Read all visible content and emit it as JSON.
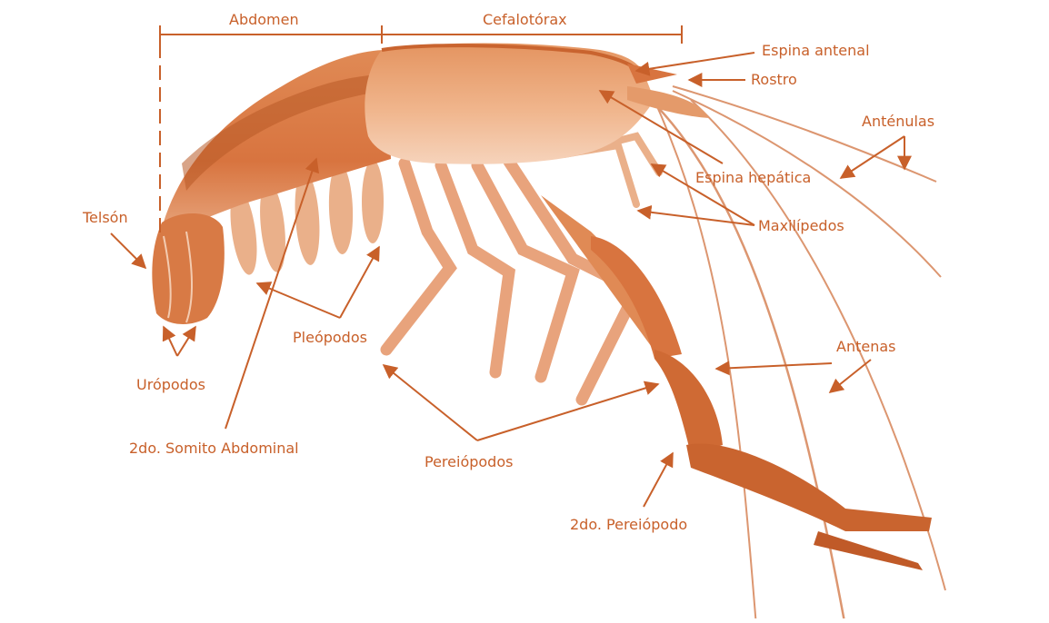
{
  "colors": {
    "accent": "#c8602a",
    "body": "#d8743f",
    "body_light": "#eab08a",
    "body_dark": "#b85a26"
  },
  "regions": {
    "abdomen": "Abdomen",
    "cephalothorax": "Cefalotórax"
  },
  "labels": {
    "spina_antenal": "Espina antenal",
    "rostro": "Rostro",
    "antenulas": "Anténulas",
    "espina_hepatica": "Espina hepática",
    "maxilipedos": "Maxilípedos",
    "telson": "Telsón",
    "pleopodos": "Pleópodos",
    "uropodos": "Urópodos",
    "antenas": "Antenas",
    "segundo_somito": "2do. Somito Abdominal",
    "pereiopodos": "Pereiópodos",
    "segundo_pereiopodo": "2do. Pereiópodo"
  }
}
